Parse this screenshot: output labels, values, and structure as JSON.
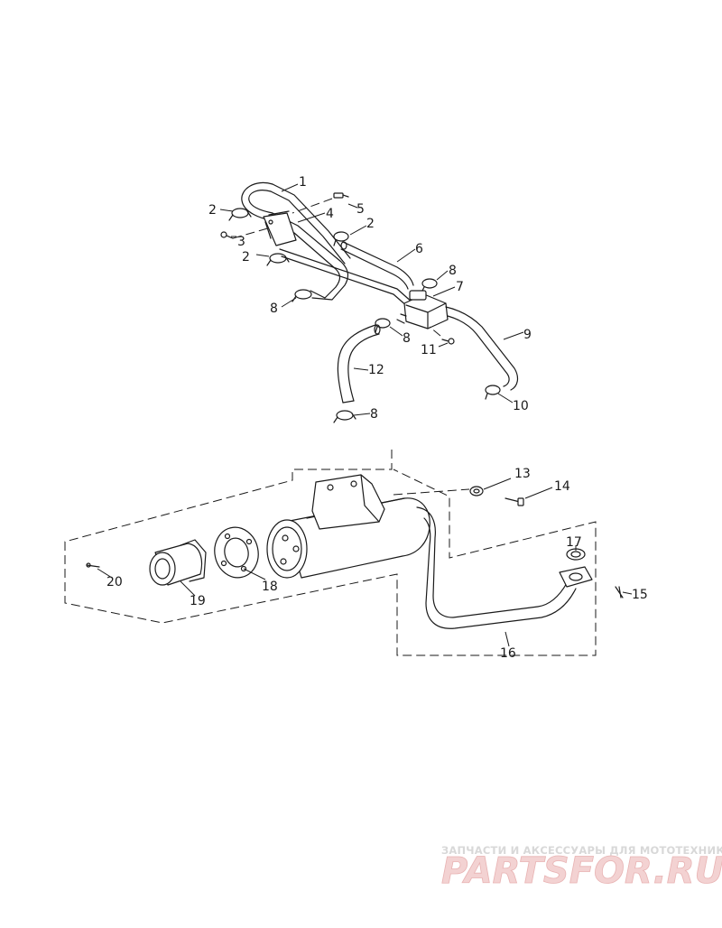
{
  "callouts": {
    "c1": "1",
    "c2a": "2",
    "c2b": "2",
    "c2c": "2",
    "c3": "3",
    "c4": "4",
    "c5": "5",
    "c6": "6",
    "c7": "7",
    "c8a": "8",
    "c8b": "8",
    "c8c": "8",
    "c8d": "8",
    "c9": "9",
    "c10": "10",
    "c11": "11",
    "c12": "12",
    "c13": "13",
    "c14": "14",
    "c15": "15",
    "c16": "16",
    "c17": "17",
    "c18": "18",
    "c19": "19",
    "c20": "20"
  },
  "watermark": {
    "subtitle": "ЗАПЧАСТИ И АКСЕССУАРЫ ДЛЯ МОТОТЕХНИКИ",
    "brand": "PARTSFOR.RU"
  }
}
